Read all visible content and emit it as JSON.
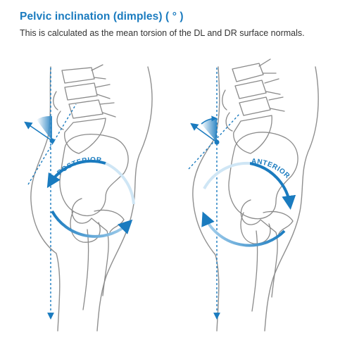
{
  "header": {
    "title": "Pelvic inclination (dimples) ( ° )",
    "subtitle": "This is calculated as the mean torsion of the DL and DR surface normals."
  },
  "figures": {
    "left": {
      "label": "POSTERIOR"
    },
    "right": {
      "label": "ANTERIOR"
    }
  },
  "colors": {
    "accent": "#1a7bbf",
    "outline": "#8a8a8a"
  }
}
